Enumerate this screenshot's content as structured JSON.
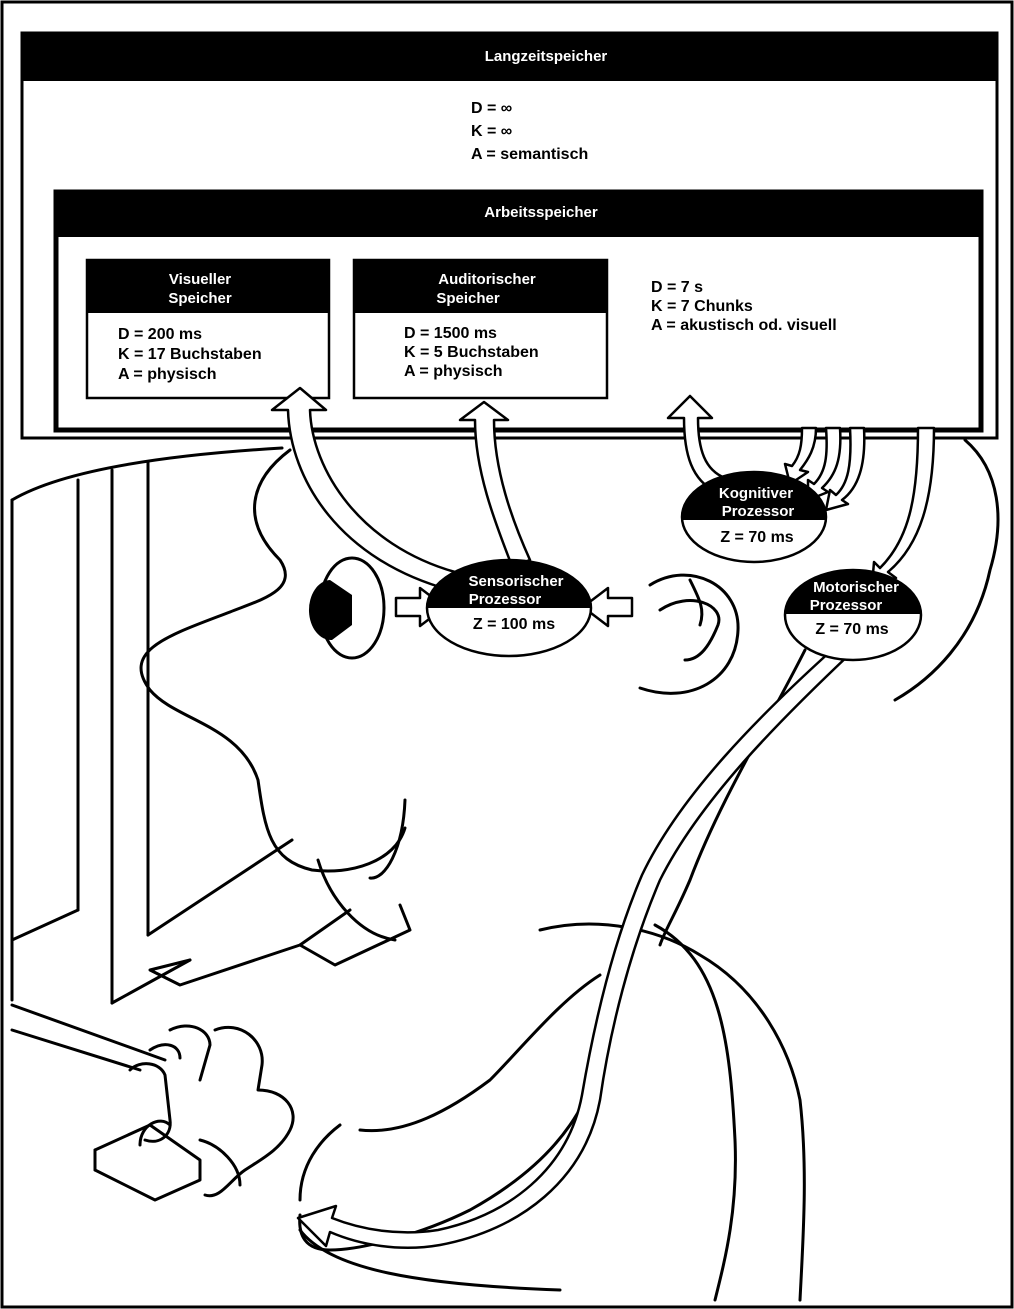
{
  "long_term": {
    "title": "Langzeitspeicher",
    "d": "D = ∞",
    "k": "K = ∞",
    "a": "A = semantisch"
  },
  "working": {
    "title": "Arbeitsspeicher",
    "d": "D = 7 s",
    "k": "K = 7 Chunks",
    "a": "A = akustisch od. visuell"
  },
  "visual": {
    "title1": "Visueller",
    "title2": "Speicher",
    "d": "D = 200 ms",
    "k": "K = 17 Buchstaben",
    "a": "A = physisch"
  },
  "auditory": {
    "title1": "Auditorischer",
    "title2": "Speicher",
    "d": "D = 1500 ms",
    "k": "K = 5 Buchstaben",
    "a": "A = physisch"
  },
  "sensory": {
    "title1": "Sensorischer",
    "title2": "Prozessor",
    "z": "Z = 100 ms"
  },
  "cognitive": {
    "title1": "Kognitiver",
    "title2": "Prozessor",
    "z": "Z = 70 ms"
  },
  "motor": {
    "title1": "Motorischer",
    "title2": "Prozessor",
    "z": "Z = 70 ms"
  }
}
